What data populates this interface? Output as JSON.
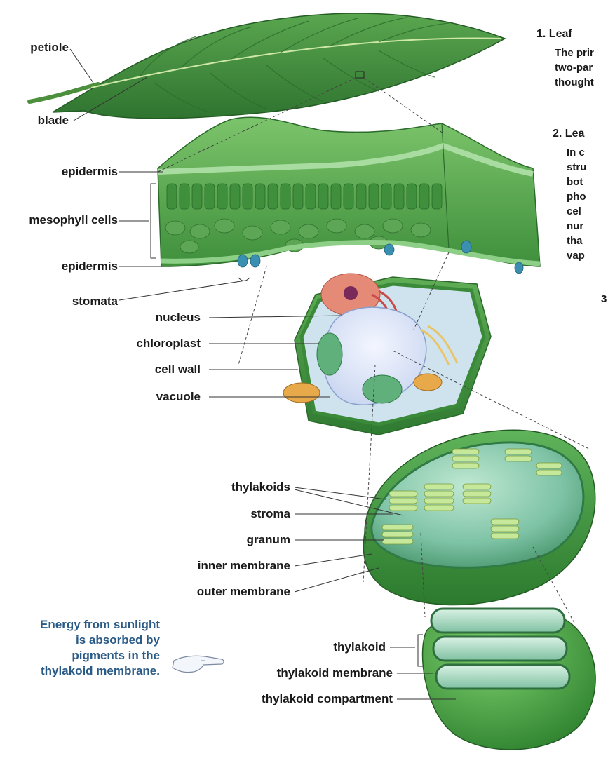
{
  "labels": {
    "petiole": "petiole",
    "blade": "blade",
    "epidermis_top": "epidermis",
    "mesophyll": "mesophyll cells",
    "epidermis_bottom": "epidermis",
    "stomata": "stomata",
    "nucleus": "nucleus",
    "chloroplast": "chloroplast",
    "cell_wall": "cell wall",
    "vacuole": "vacuole",
    "thylakoids": "thylakoids",
    "stroma": "stroma",
    "granum": "granum",
    "inner_membrane": "inner membrane",
    "outer_membrane": "outer membrane",
    "thylakoid": "thylakoid",
    "thylakoid_membrane": "thylakoid membrane",
    "thylakoid_compartment": "thylakoid compartment"
  },
  "side_text": {
    "leaf": {
      "heading": "1. Leaf",
      "lines": [
        "The prir",
        "two-par",
        "thought"
      ]
    },
    "leaf2": {
      "heading": "2. Lea",
      "lines": [
        "In c",
        "stru",
        "bot",
        "pho",
        "cel",
        "nur",
        "tha",
        "vap"
      ]
    },
    "num3": "3"
  },
  "note": {
    "lines": [
      "Energy from sunlight",
      "is absorbed by",
      "pigments in the",
      "thylakoid membrane."
    ]
  },
  "colors": {
    "leaf": "#3f8a3c",
    "leaf_dark": "#2d6a2c",
    "cell_green": "#4a9a48",
    "stoma_blue": "#3b8fb0",
    "note_blue": "#2a5a86"
  }
}
